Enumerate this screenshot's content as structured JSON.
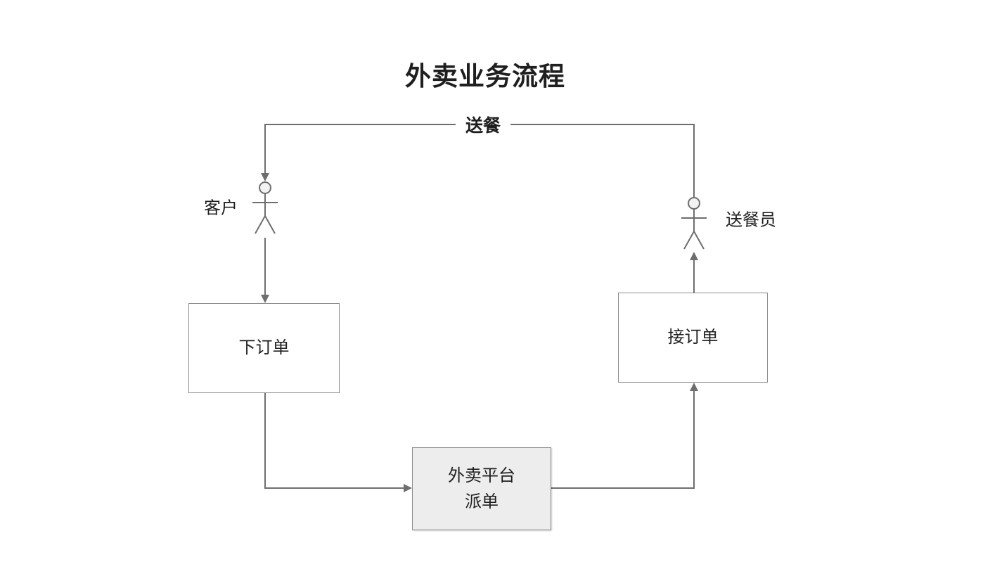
{
  "diagram": {
    "title": "外卖业务流程",
    "actors": [
      {
        "id": "customer",
        "label": "客户"
      },
      {
        "id": "courier",
        "label": "送餐员"
      }
    ],
    "nodes": [
      {
        "id": "place-order",
        "label": "下订单"
      },
      {
        "id": "platform-dispatch",
        "label_line1": "外卖平台",
        "label_line2": "派单"
      },
      {
        "id": "accept-order",
        "label": "接订单"
      }
    ],
    "edges": [
      {
        "from": "courier",
        "to": "customer",
        "label": "送餐"
      },
      {
        "from": "customer",
        "to": "place-order",
        "label": ""
      },
      {
        "from": "place-order",
        "to": "platform-dispatch",
        "label": ""
      },
      {
        "from": "platform-dispatch",
        "to": "accept-order",
        "label": ""
      },
      {
        "from": "accept-order",
        "to": "courier",
        "label": ""
      }
    ],
    "colors": {
      "line": "#6e6e6e",
      "box_border": "#8a8a8a",
      "box_fill": "#ffffff",
      "platform_box_fill": "#ededed",
      "text": "#1f1f1f",
      "background": "#ffffff"
    }
  }
}
